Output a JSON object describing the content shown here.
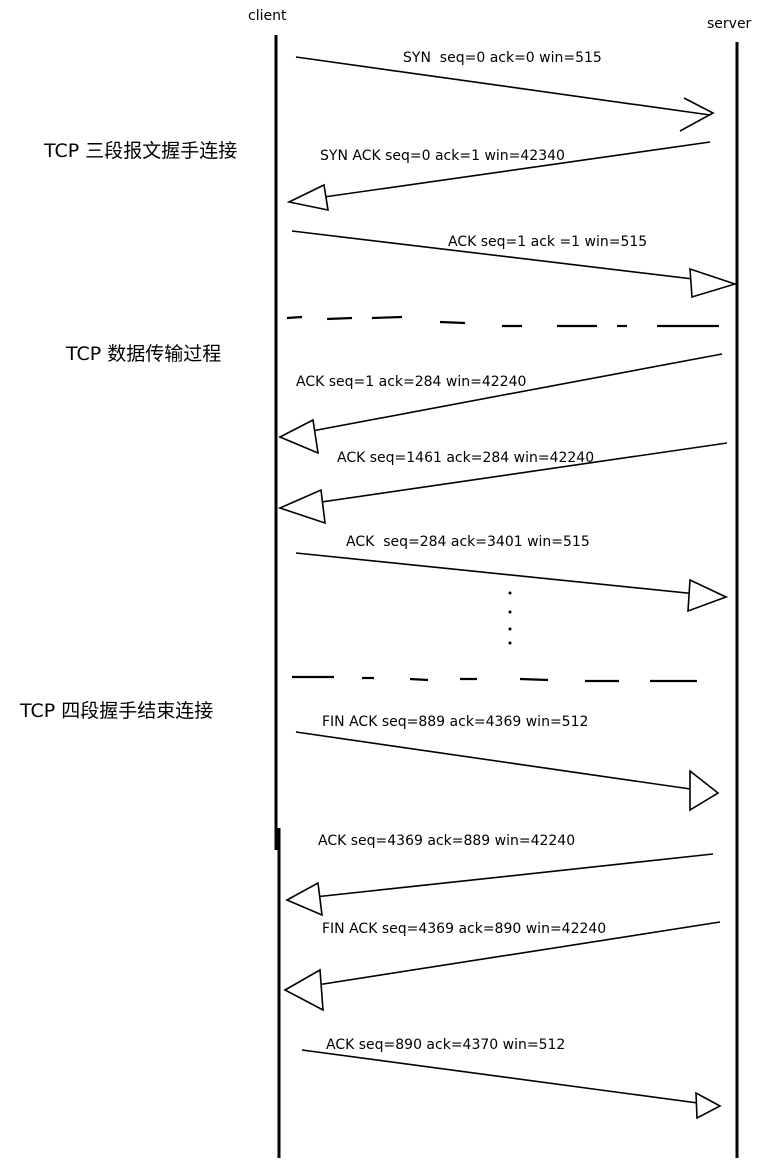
{
  "participants": {
    "client": "client",
    "server": "server"
  },
  "phases": [
    {
      "label": "TCP 三段报文握手连接"
    },
    {
      "label": "TCP 数据传输过程"
    },
    {
      "label": "TCP 四段握手结束连接"
    }
  ],
  "messages": [
    {
      "label": "SYN  seq=0 ack=0 win=515",
      "direction": "client-to-server"
    },
    {
      "label": "SYN ACK seq=0 ack=1 win=42340",
      "direction": "server-to-client"
    },
    {
      "label": "ACK seq=1 ack =1 win=515",
      "direction": "client-to-server"
    },
    {
      "label": "ACK seq=1 ack=284 win=42240",
      "direction": "server-to-client"
    },
    {
      "label": "ACK seq=1461 ack=284 win=42240",
      "direction": "server-to-client"
    },
    {
      "label": "ACK  seq=284 ack=3401 win=515",
      "direction": "client-to-server"
    },
    {
      "label": "FIN ACK seq=889 ack=4369 win=512",
      "direction": "client-to-server"
    },
    {
      "label": "ACK seq=4369 ack=889 win=42240",
      "direction": "server-to-client"
    },
    {
      "label": "FIN ACK seq=4369 ack=890 win=42240",
      "direction": "server-to-client"
    },
    {
      "label": "ACK seq=890 ack=4370 win=512",
      "direction": "client-to-server"
    }
  ]
}
